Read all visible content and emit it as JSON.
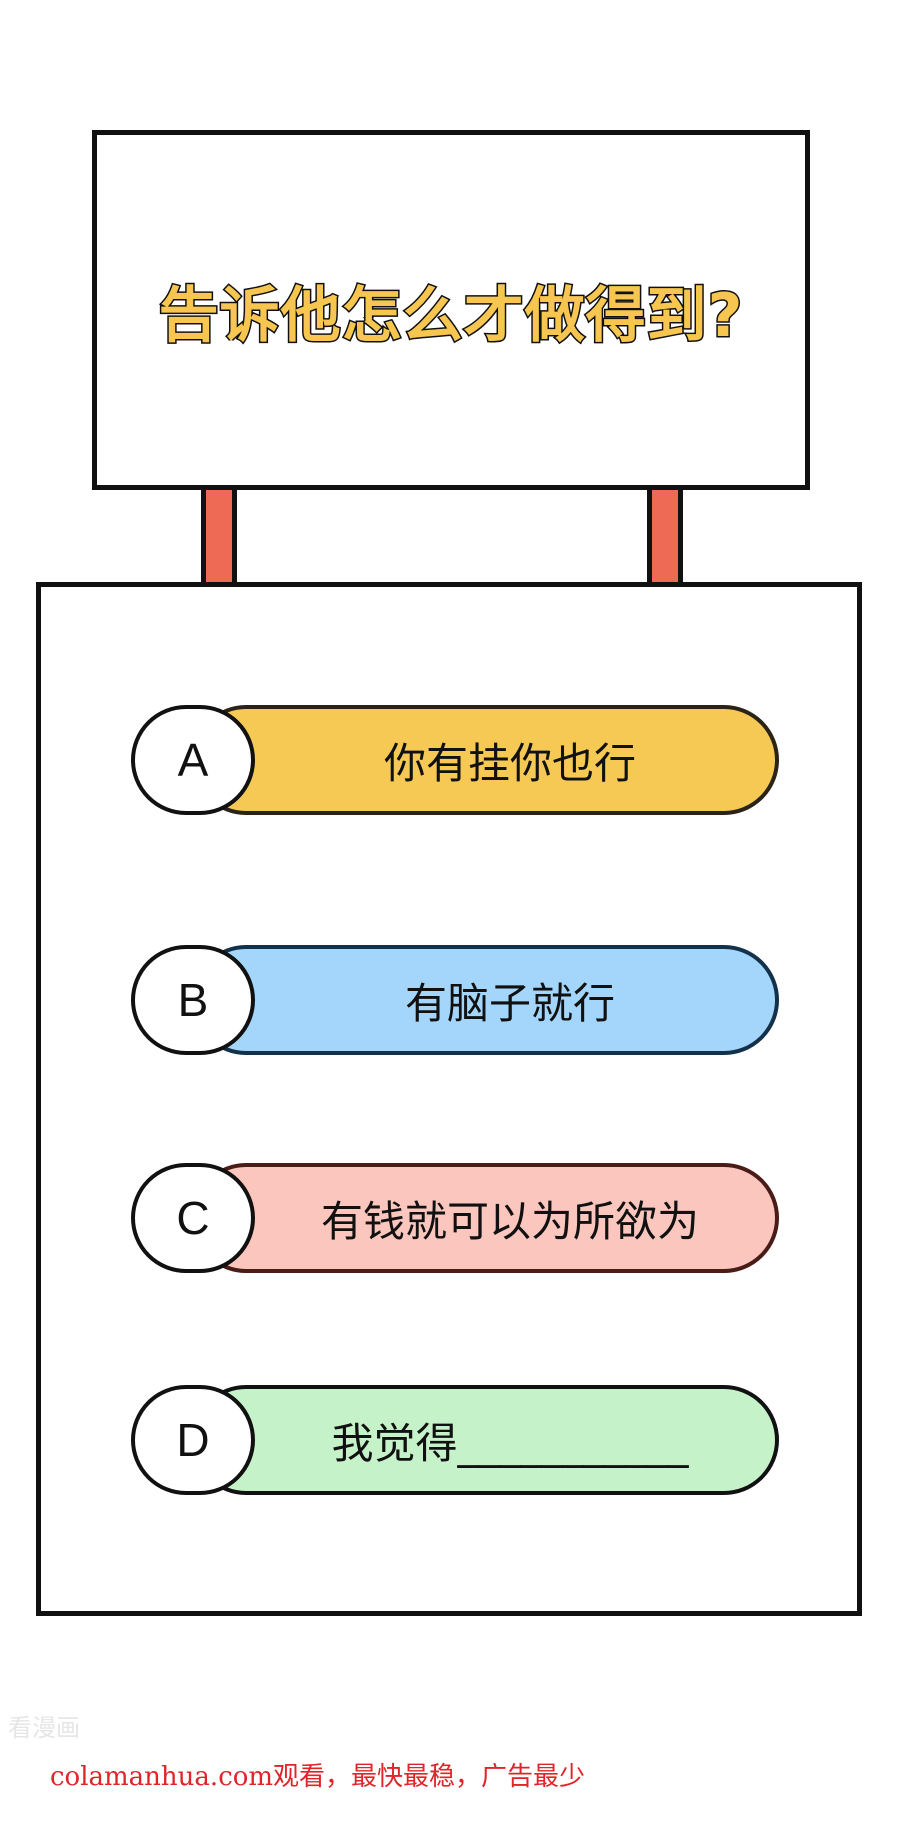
{
  "sign": {
    "title": "告诉他怎么才做得到?"
  },
  "options": [
    {
      "letter": "A",
      "text": "你有挂你也行",
      "color": "#f6c955"
    },
    {
      "letter": "B",
      "text": "有脑子就行",
      "color": "#a4d6fb"
    },
    {
      "letter": "C",
      "text": "有钱就可以为所欲为",
      "color": "#fbc6bd"
    },
    {
      "letter": "D",
      "text": "我觉得___________",
      "color": "#c5f2c9"
    }
  ],
  "watermark": {
    "brand": "看漫画",
    "line": "colamanhua.com观看，最快最稳，广告最少"
  },
  "colors": {
    "post": "#ee6a55",
    "title_fill": "#f6c650",
    "watermark_red": "#e0242a"
  }
}
